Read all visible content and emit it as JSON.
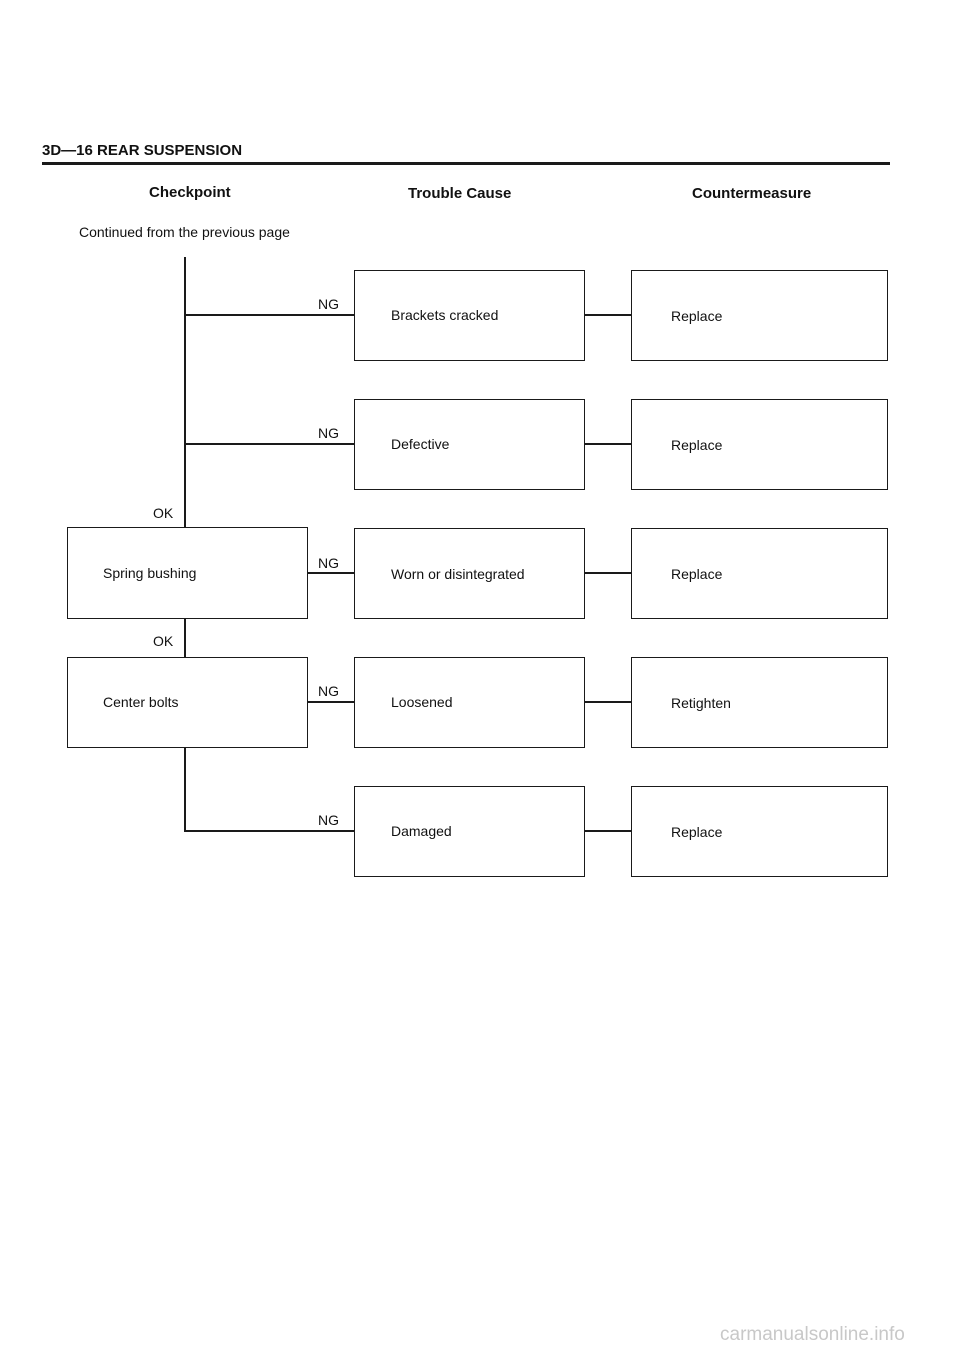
{
  "header": {
    "section": "3D—16 REAR SUSPENSION"
  },
  "columns": {
    "checkpoint": "Checkpoint",
    "trouble_cause": "Trouble Cause",
    "countermeasure": "Countermeasure"
  },
  "continued_note": "Continued from the previous page",
  "checkpoints": [
    {
      "label": "Spring bushing"
    },
    {
      "label": "Center bolts"
    }
  ],
  "branch_labels": {
    "ok": "OK",
    "ng": "NG"
  },
  "rows": [
    {
      "cause": "Brackets cracked",
      "measure": "Replace"
    },
    {
      "cause": "Defective",
      "measure": "Replace"
    },
    {
      "cause": "Worn or disintegrated",
      "measure": "Replace"
    },
    {
      "cause": "Loosened",
      "measure": "Retighten"
    },
    {
      "cause": "Damaged",
      "measure": "Replace"
    }
  ],
  "watermark": "carmanualsonline.info",
  "colors": {
    "ink": "#1a1a1a",
    "background": "#ffffff",
    "watermark": "#c8c8c8"
  }
}
